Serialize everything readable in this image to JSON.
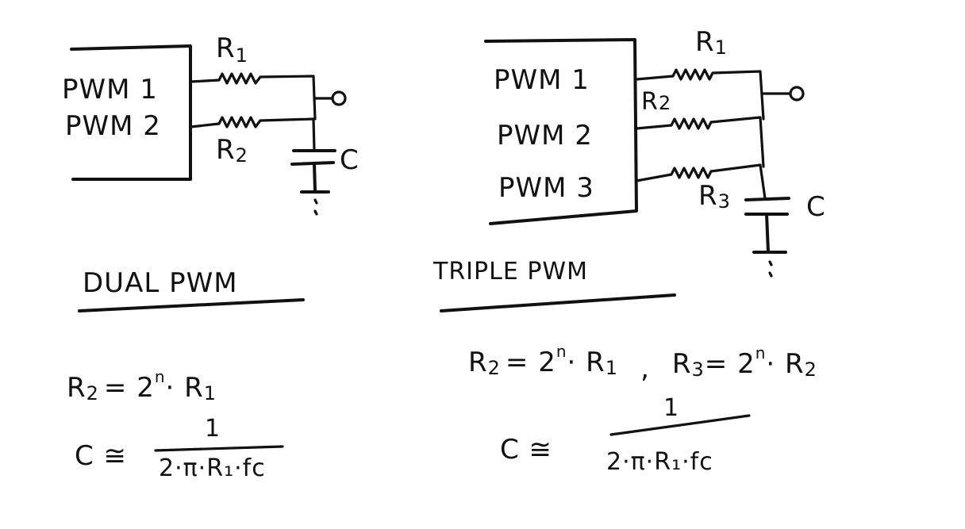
{
  "dual": {
    "inputs": [
      "PWM 1",
      "PWM 2"
    ],
    "resistors": [
      "R",
      "R"
    ],
    "resistor_subs": [
      "1",
      "2"
    ],
    "capacitor": "C",
    "title": "DUAL PWM",
    "eq1": {
      "lhs": "R",
      "lhs_sub": "2",
      "eq": "= 2",
      "exp": "n",
      "rhs": "· R",
      "rhs_sub": "1"
    },
    "eq2": {
      "lhs": "C ≅",
      "numerator": "1",
      "denominator": "2·π·R₁·fc"
    }
  },
  "triple": {
    "inputs": [
      "PWM 1",
      "PWM 2",
      "PWM 3"
    ],
    "resistors": [
      "R",
      "R",
      "R"
    ],
    "resistor_subs": [
      "1",
      "2",
      "3"
    ],
    "capacitor": "C",
    "title": "TRIPLE PWM",
    "eq1": {
      "lhs": "R",
      "lhs_sub": "2",
      "eq": "= 2",
      "exp": "n",
      "rhs": "· R",
      "rhs_sub": "1",
      "sep": ",",
      "lhs2": "R",
      "lhs2_sub": "3",
      "eq2": "= 2",
      "exp2": "n",
      "rhs2": "· R",
      "rhs2_sub": "2"
    },
    "eq2": {
      "lhs": "C ≅",
      "numerator": "1",
      "denominator": "2·π·R₁·fc"
    }
  }
}
